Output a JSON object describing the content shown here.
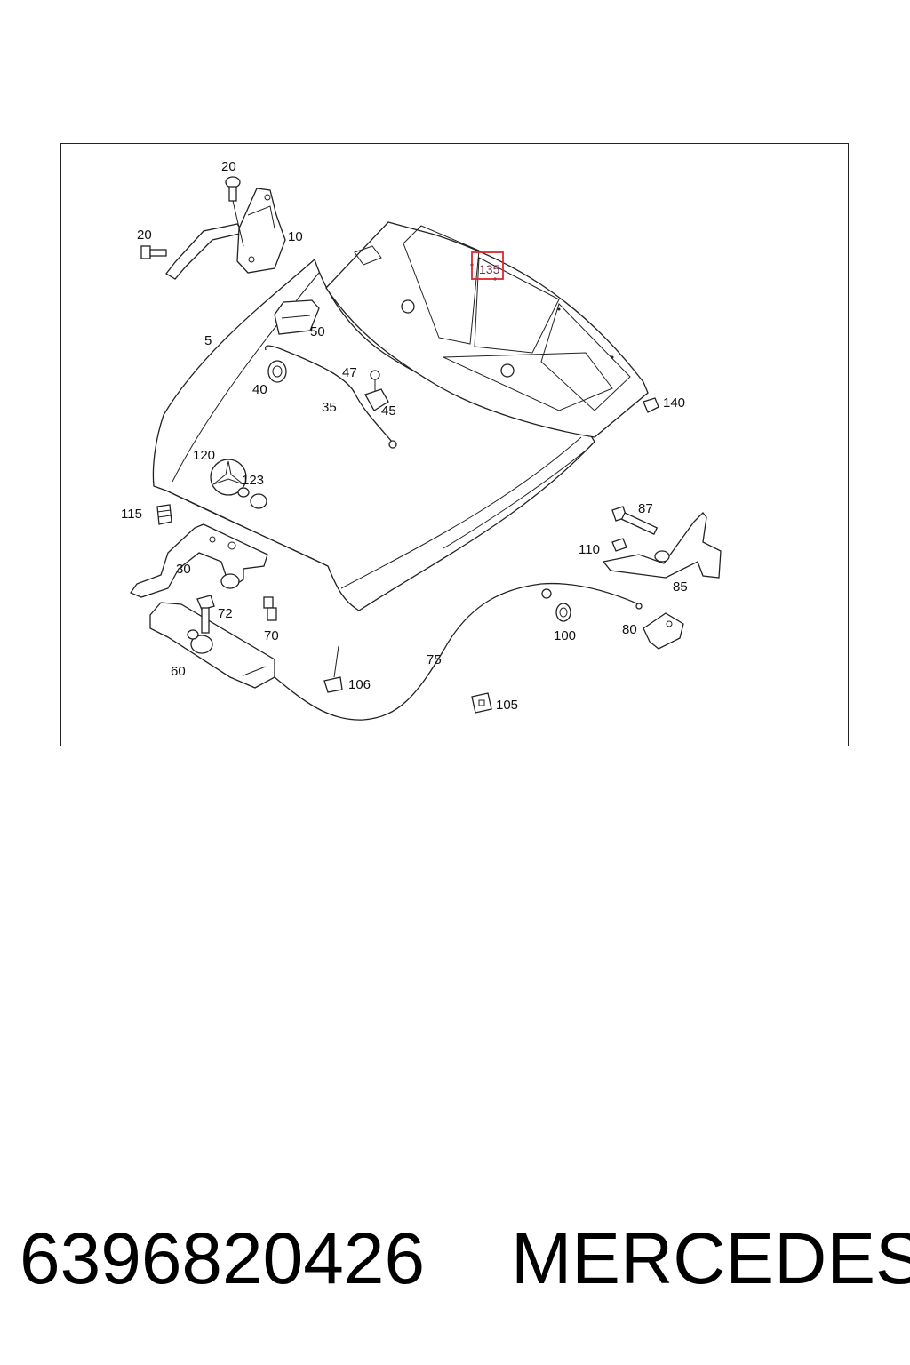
{
  "diagram": {
    "callouts": {
      "c20a": "20",
      "c20b": "20",
      "c10": "10",
      "c5": "5",
      "c50": "50",
      "c135": "135",
      "c40": "40",
      "c47": "47",
      "c35": "35",
      "c45": "45",
      "c140": "140",
      "c120": "120",
      "c123": "123",
      "c115": "115",
      "c30": "30",
      "c87": "87",
      "c110": "110",
      "c85": "85",
      "c72": "72",
      "c70": "70",
      "c100": "100",
      "c80": "80",
      "c75": "75",
      "c60": "60",
      "c106": "106",
      "c105": "105"
    },
    "highlighted_callout": "135",
    "highlight_color": "#e0262b"
  },
  "footer": {
    "part_number": "6396820426",
    "brand": "MERCEDES"
  }
}
